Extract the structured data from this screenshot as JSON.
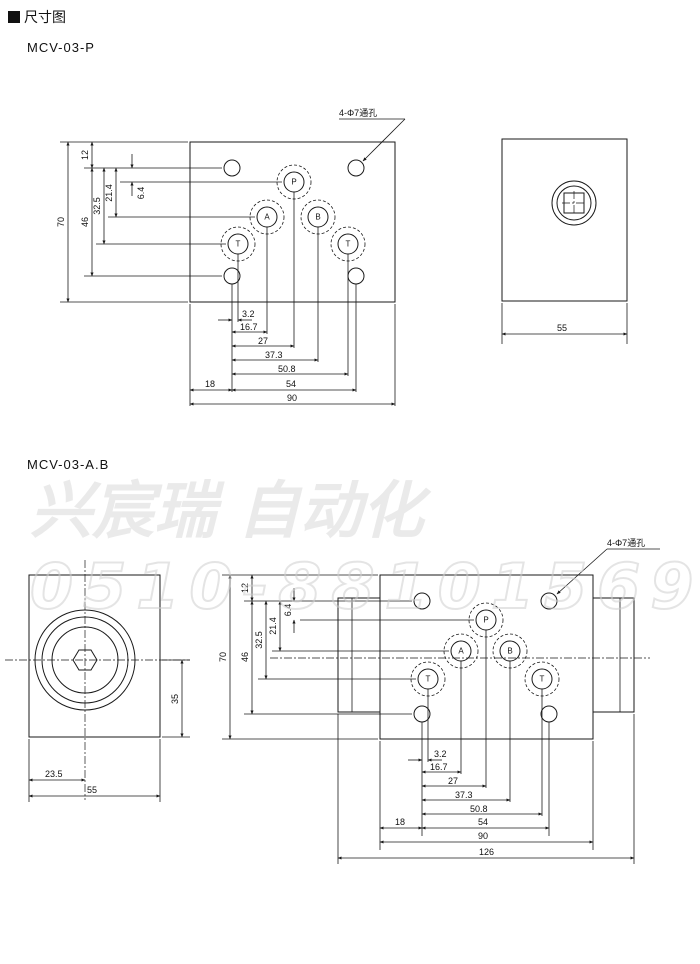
{
  "header": {
    "title": "尺寸图"
  },
  "watermark": {
    "company": "兴宸瑞 自动化",
    "phone": "0510-88101569"
  },
  "mcv_p": {
    "model": "MCV-03-P",
    "hole_note": "4-Φ7通孔",
    "ports": [
      "P",
      "A",
      "B",
      "T",
      "T"
    ],
    "vertical_dims": [
      "12",
      "6.4",
      "21.4",
      "32.5",
      "46",
      "70"
    ],
    "horizontal_dims": [
      "3.2",
      "16.7",
      "27",
      "37.3",
      "50.8",
      "54",
      "18",
      "90"
    ],
    "side_width": "55"
  },
  "mcv_ab": {
    "model": "MCV-03-A.B",
    "hole_note": "4-Φ7通孔",
    "ports": [
      "P",
      "A",
      "B",
      "T",
      "T"
    ],
    "vertical_dims": [
      "12",
      "6.4",
      "21.4",
      "32.5",
      "46",
      "70"
    ],
    "horizontal_dims": [
      "3.2",
      "16.7",
      "27",
      "37.3",
      "50.8",
      "54",
      "18",
      "90",
      "126"
    ],
    "side_dims": [
      "35",
      "23.5",
      "55"
    ]
  }
}
